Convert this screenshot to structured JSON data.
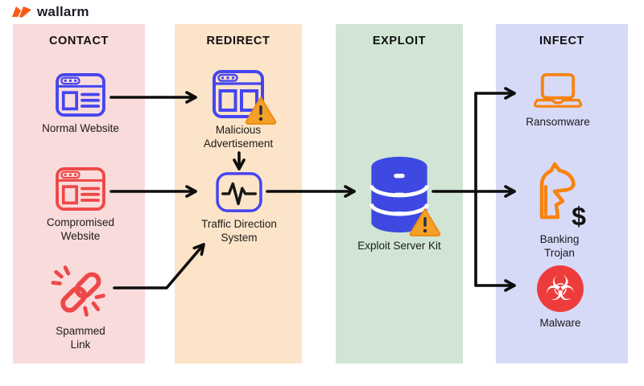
{
  "brand": {
    "name": "wallarm",
    "mark_color": "#fb5a16",
    "text_color": "#1c1d26"
  },
  "stages": [
    {
      "label": "CONTACT",
      "bg": "#fadbdb"
    },
    {
      "label": "REDIRECT",
      "bg": "#fce4c8"
    },
    {
      "label": "EXPLOIT",
      "bg": "#d0e5d4"
    },
    {
      "label": "INFECT",
      "bg": "#d7daf7"
    }
  ],
  "nodes": [
    {
      "id": "normal-website",
      "stage": "CONTACT",
      "label": "Normal Website",
      "icon": "browser-window-icon",
      "color": "#4545f0"
    },
    {
      "id": "compromised-website",
      "stage": "CONTACT",
      "label": "Compromised Website",
      "icon": "browser-window-icon",
      "color": "#ee4747"
    },
    {
      "id": "spammed-link",
      "stage": "CONTACT",
      "label": "Spammed Link",
      "icon": "broken-link-icon",
      "color": "#ee4747"
    },
    {
      "id": "malicious-advertisement",
      "stage": "REDIRECT",
      "label": "Malicious Advertisement",
      "icon": "browser-ads-icon",
      "color": "#4545f0",
      "warning": true
    },
    {
      "id": "traffic-direction-system",
      "stage": "REDIRECT",
      "label": "Traffic Direction System",
      "icon": "pulse-box-icon",
      "color": "#4545f0"
    },
    {
      "id": "exploit-server-kit",
      "stage": "EXPLOIT",
      "label": "Exploit Server Kit",
      "icon": "database-icon",
      "color": "#3d49e1",
      "warning": true
    },
    {
      "id": "ransomware",
      "stage": "INFECT",
      "label": "Ransomware",
      "icon": "laptop-icon",
      "color": "#f8830f"
    },
    {
      "id": "banking-trojan",
      "stage": "INFECT",
      "label": "Banking Trojan",
      "icon": "trojan-horse-icon",
      "color": "#f8830f",
      "badge": "$"
    },
    {
      "id": "malware",
      "stage": "INFECT",
      "label": "Malware",
      "icon": "biohazard-icon",
      "color": "#ee3c3c",
      "glyph": "☣"
    }
  ],
  "edges": [
    {
      "from": "normal-website",
      "to": "malicious-advertisement"
    },
    {
      "from": "compromised-website",
      "to": "traffic-direction-system"
    },
    {
      "from": "spammed-link",
      "to": "traffic-direction-system"
    },
    {
      "from": "malicious-advertisement",
      "to": "traffic-direction-system"
    },
    {
      "from": "traffic-direction-system",
      "to": "exploit-server-kit"
    },
    {
      "from": "exploit-server-kit",
      "to": "ransomware"
    },
    {
      "from": "exploit-server-kit",
      "to": "banking-trojan"
    },
    {
      "from": "exploit-server-kit",
      "to": "malware"
    }
  ],
  "warning_color": "#f4a127",
  "arrow_color": "#0d0d0d"
}
